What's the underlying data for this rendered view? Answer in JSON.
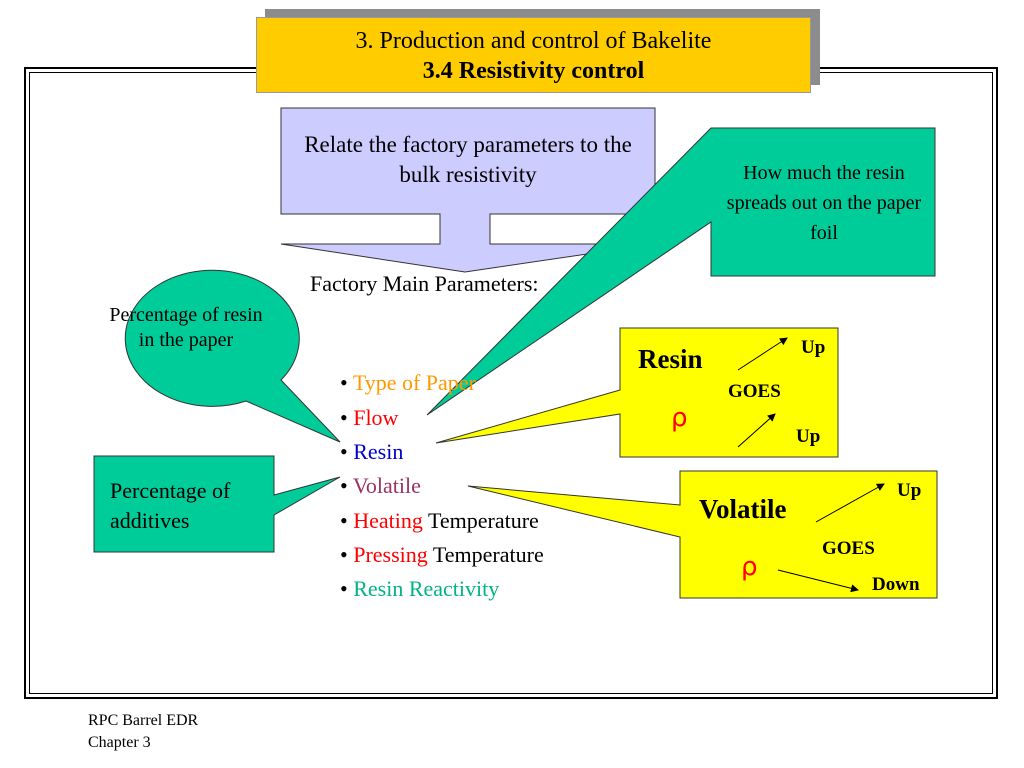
{
  "title": {
    "line1": "3. Production and control of  Bakelite",
    "line2": "3.4 Resistivity control"
  },
  "relate_box": {
    "text": "Relate the factory parameters to the bulk resistivity"
  },
  "how_much_box": {
    "text": "How much the resin spreads out on the paper foil"
  },
  "factory_params_title": "Factory Main Parameters:",
  "callouts": {
    "pct_resin": "Percentage of resin in the paper",
    "pct_additives": "Percentage of additives"
  },
  "bullets": [
    {
      "marker": "•",
      "main": "Type of Paper",
      "rest": ""
    },
    {
      "marker": "•",
      "main": "Flow",
      "rest": ""
    },
    {
      "marker": "•",
      "main": "Resin",
      "rest": ""
    },
    {
      "marker": "•",
      "main": "Volatile",
      "rest": ""
    },
    {
      "marker": "•",
      "main": "Heating",
      "rest": " Temperature"
    },
    {
      "marker": "•",
      "main": "Pressing",
      "rest": " Temperature"
    },
    {
      "marker": "•",
      "main": "Resin Reactivity",
      "rest": ""
    }
  ],
  "resin_box": {
    "label": "Resin",
    "goes": "GOES",
    "up1": "Up",
    "up2": "Up",
    "rho": "ρ"
  },
  "volatile_box": {
    "label": "Volatile",
    "goes": "GOES",
    "up": "Up",
    "down": "Down",
    "rho": "ρ"
  },
  "footer": {
    "line1": "RPC Barrel EDR",
    "line2": "Chapter 3"
  },
  "colors": {
    "title_bg": "#ffcc00",
    "relate_bg": "#ccccff",
    "callout_teal": "#00cc99",
    "yellow_callout": "#ffff00"
  }
}
